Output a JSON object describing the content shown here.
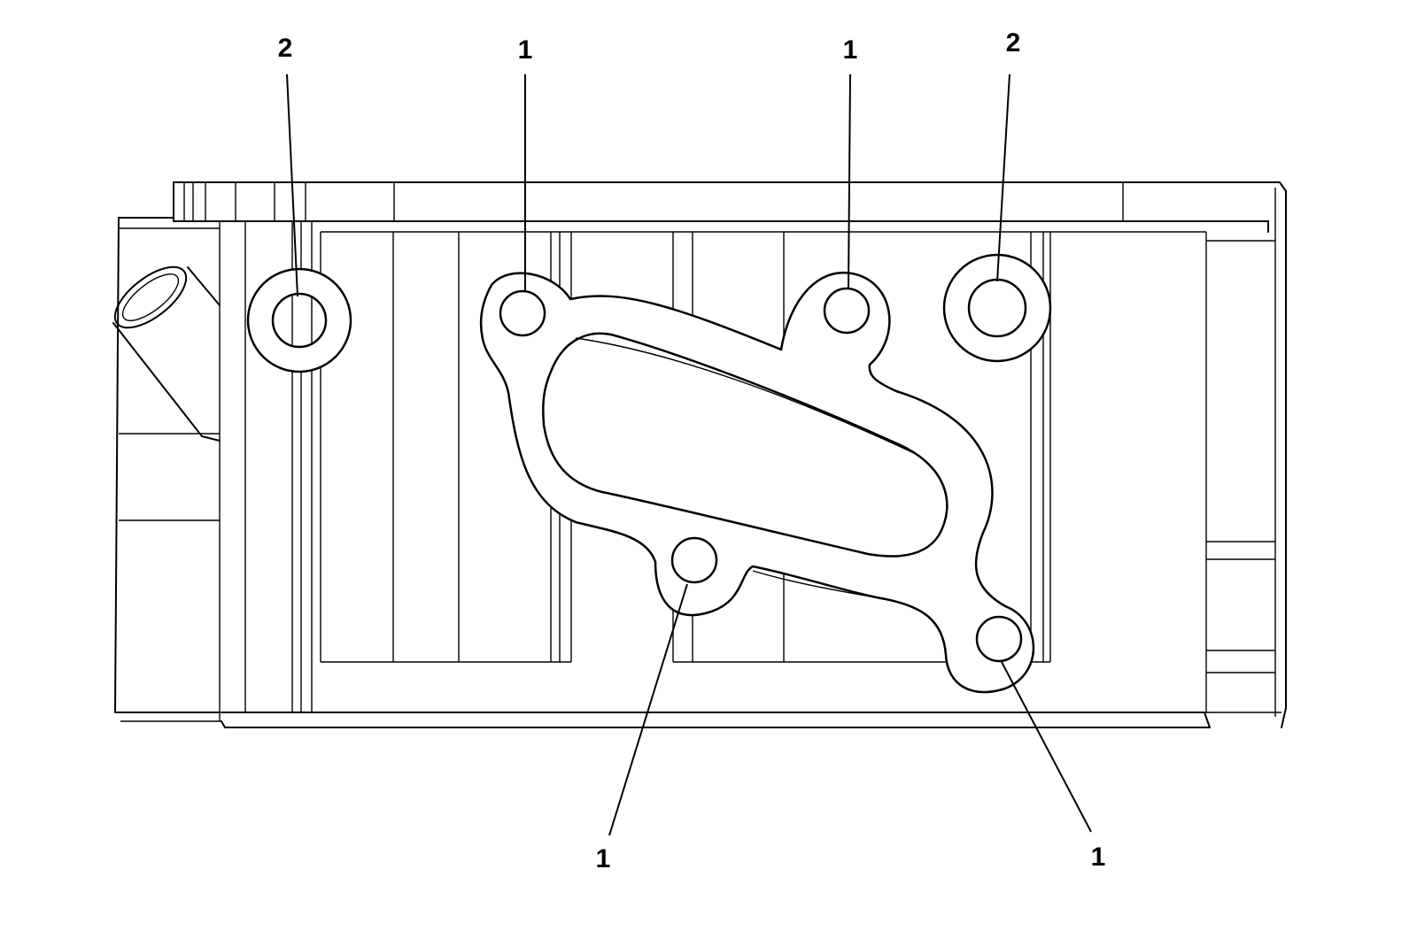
{
  "callouts": [
    {
      "id": "c1",
      "label": "2"
    },
    {
      "id": "c2",
      "label": "1"
    },
    {
      "id": "c3",
      "label": "1"
    },
    {
      "id": "c4",
      "label": "2"
    },
    {
      "id": "c5",
      "label": "1"
    },
    {
      "id": "c6",
      "label": "1"
    }
  ]
}
